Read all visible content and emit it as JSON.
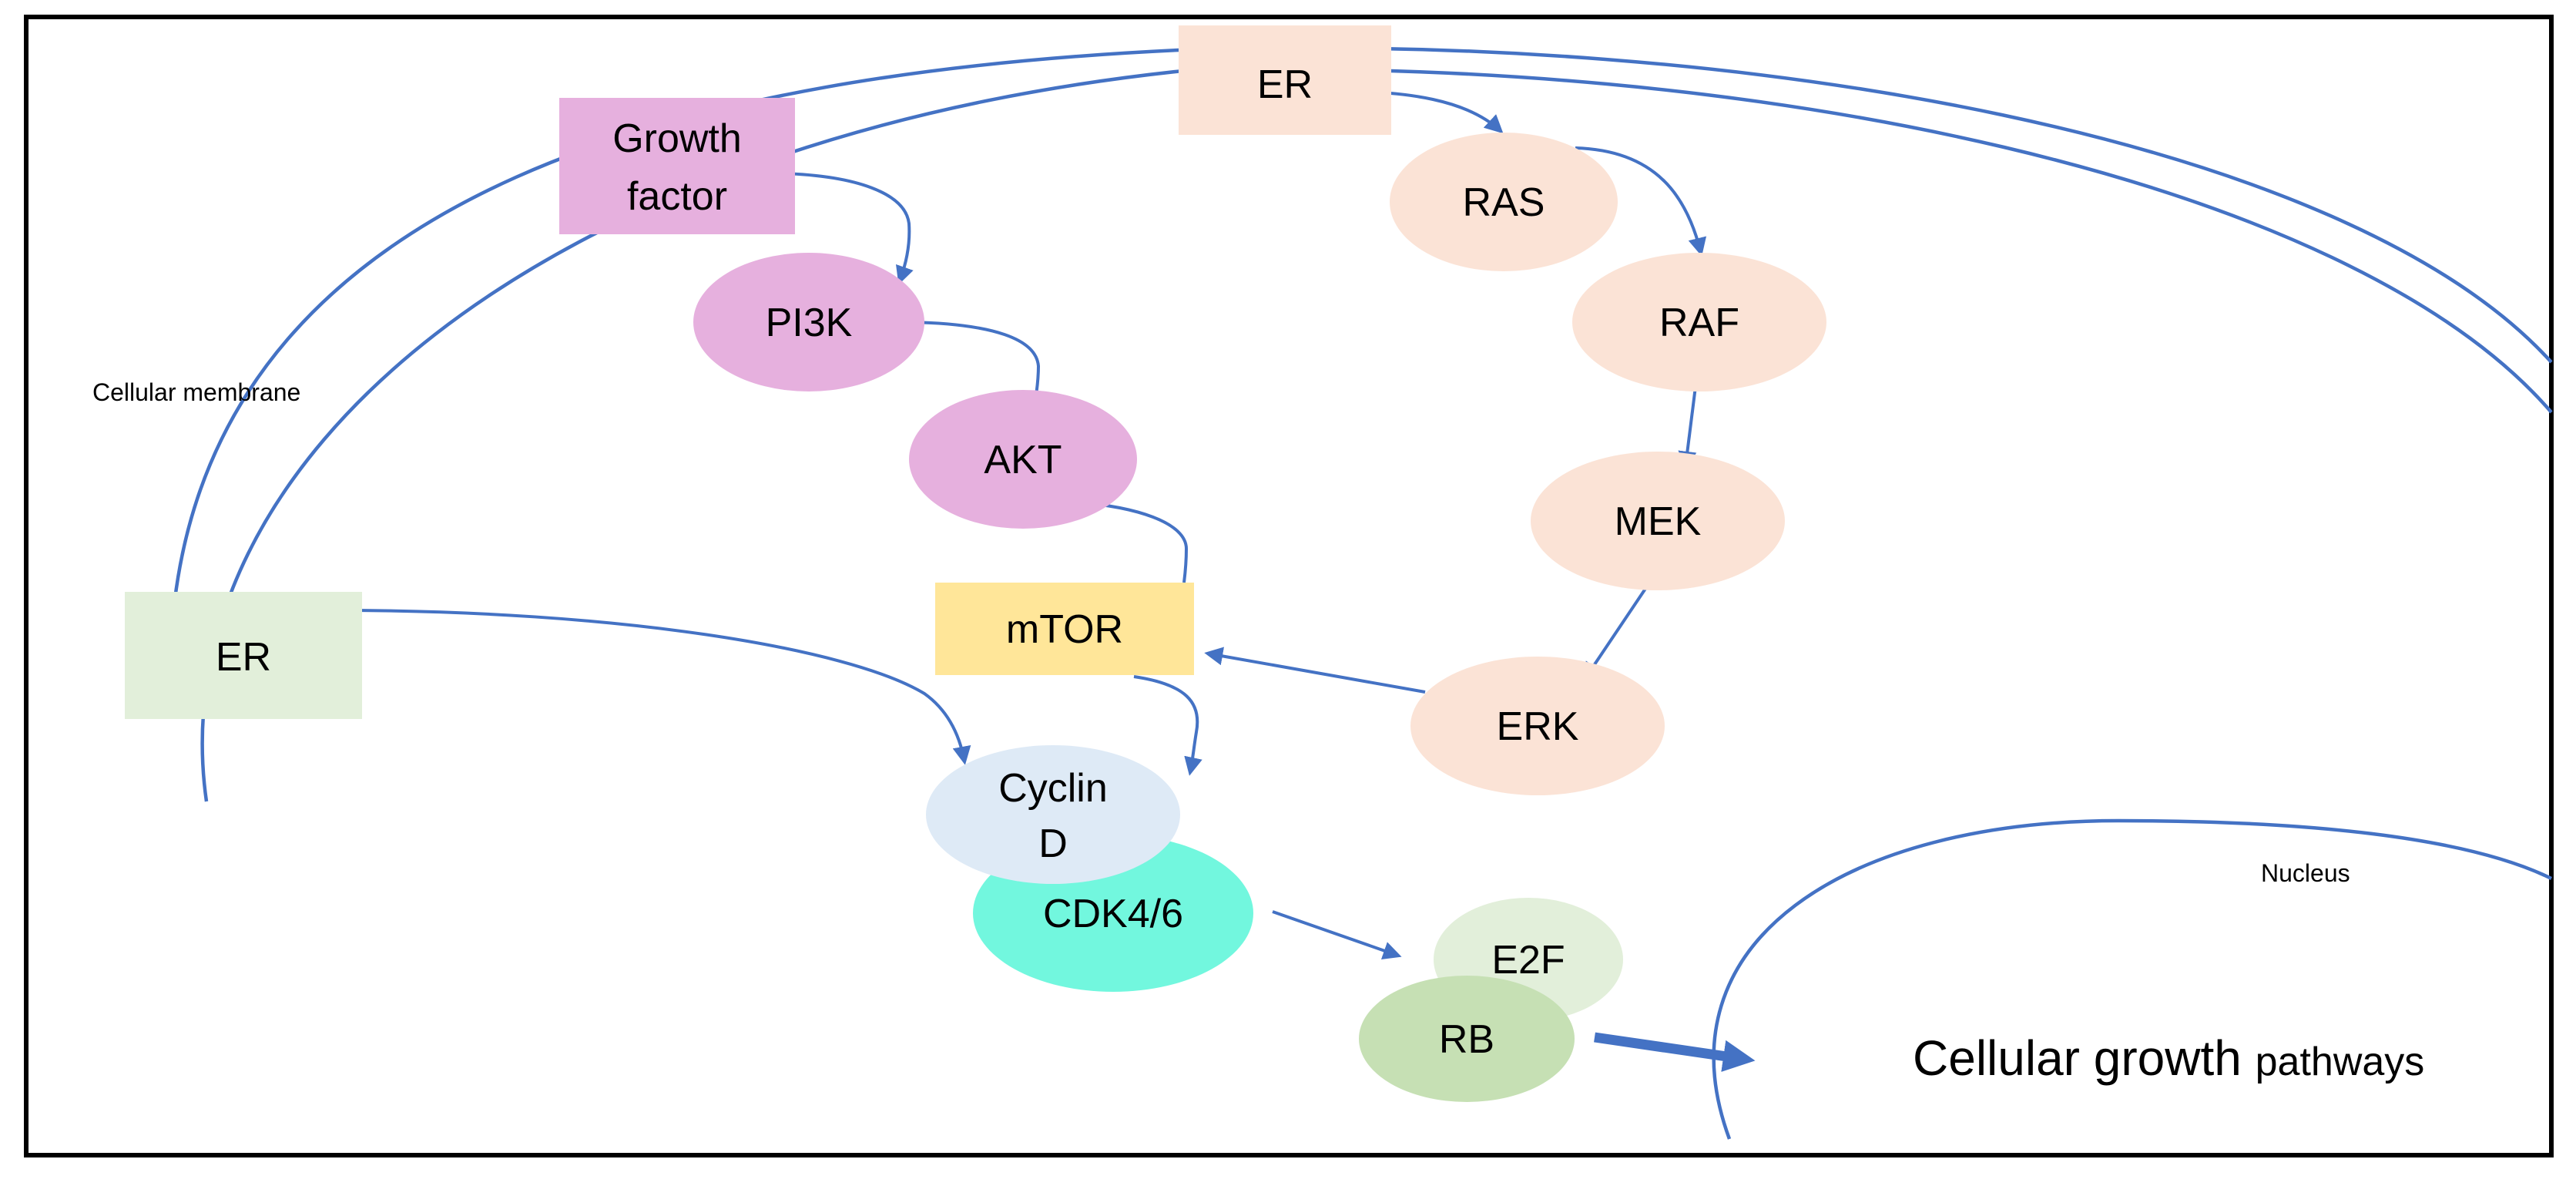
{
  "labels": {
    "cellular_membrane": "Cellular membrane",
    "nucleus": "Nucleus",
    "growth_main": "Cellular growth ",
    "growth_suffix": "pathways"
  },
  "nodes": {
    "er_top": "ER",
    "er_left": "ER",
    "growth_factor_line1": "Growth",
    "growth_factor_line2": "factor",
    "pi3k": "PI3K",
    "akt": "AKT",
    "mtor": "mTOR",
    "ras": "RAS",
    "raf": "RAF",
    "mek": "MEK",
    "erk": "ERK",
    "cyclin_line1": "Cyclin",
    "cyclin_line2": "D",
    "cdk": "CDK4/6",
    "e2f": "E2F",
    "rb": "RB"
  },
  "colors": {
    "line": "#4472C4",
    "pink": "#E6B0DE",
    "peach": "#FBE3D6",
    "green_light": "#E2EFDA",
    "yellow": "#FFE699",
    "cyclin_blue": "#DEEAF6",
    "cdk_teal": "#72F7DE",
    "e2f_green": "#E2EFDA",
    "rb_green": "#C6E0B4"
  }
}
